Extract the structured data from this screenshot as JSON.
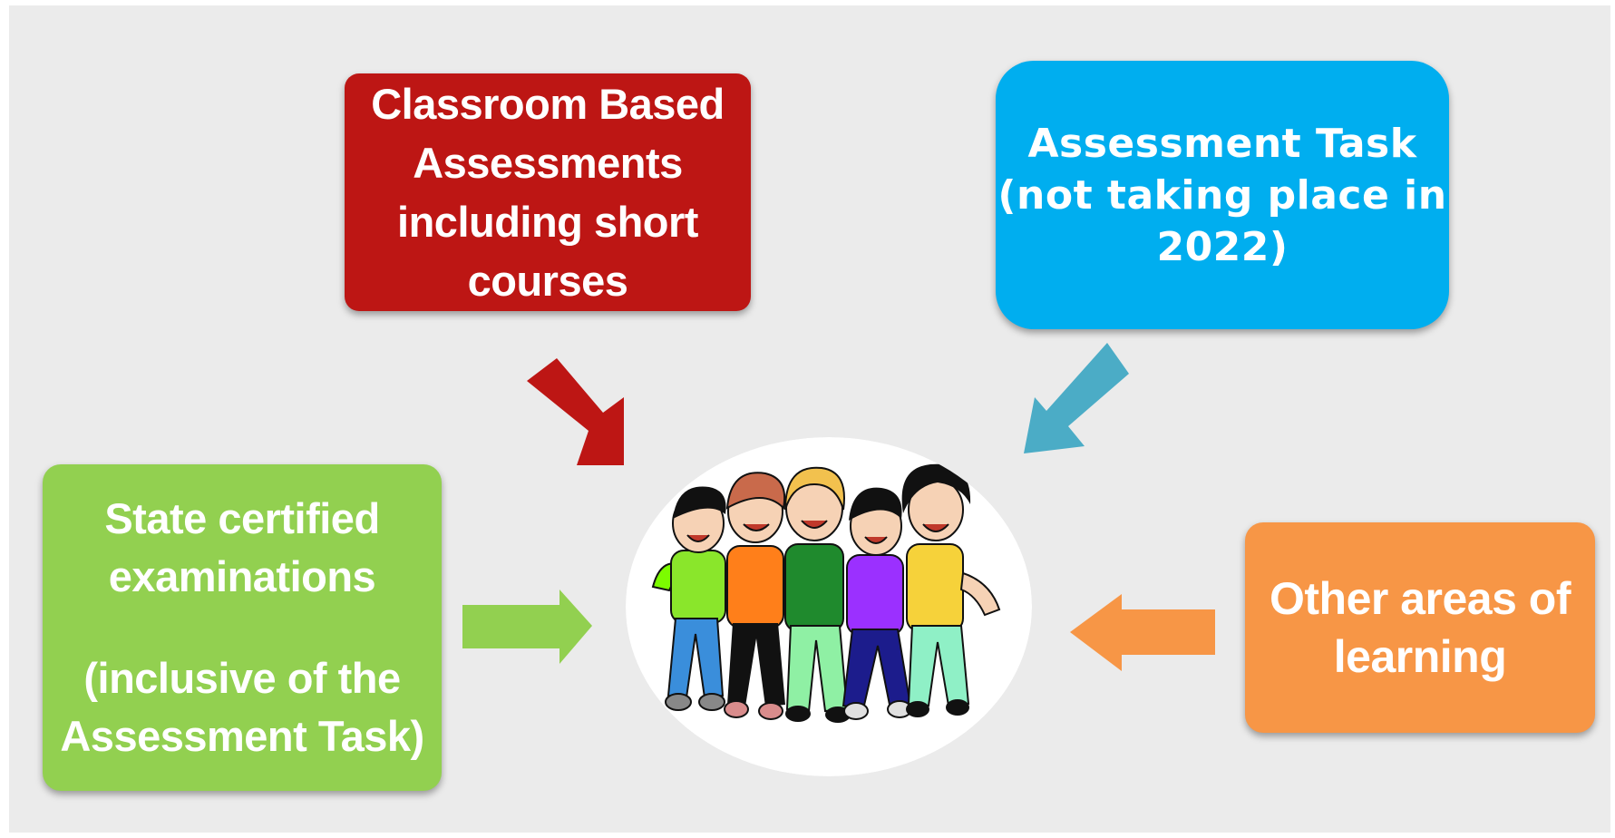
{
  "boxes": {
    "classroom": {
      "lines": [
        "Classroom Based",
        "Assessments",
        "including short",
        "courses"
      ],
      "color": "#bd1614"
    },
    "assessment_task": {
      "lines": [
        "Assessment Task",
        "(not taking place in",
        "2022)"
      ],
      "color": "#00aeef"
    },
    "state_exams": {
      "lines": [
        "State certified",
        "examinations"
      ],
      "lines_2": [
        "(inclusive of the",
        "Assessment Task)"
      ],
      "color": "#92d050"
    },
    "other_learning": {
      "lines": [
        "Other areas of",
        "learning"
      ],
      "color": "#f79646"
    }
  },
  "center_image": {
    "icon": "group-of-children-clipart"
  },
  "arrows": {
    "red": "#bd1614",
    "blue": "#4bacc6",
    "green": "#92d050",
    "orange": "#f79646"
  }
}
